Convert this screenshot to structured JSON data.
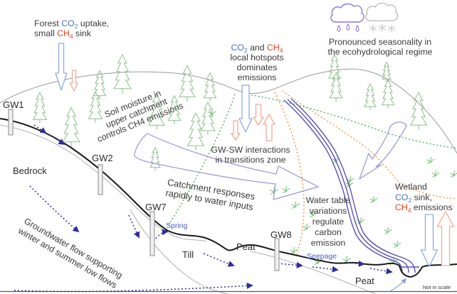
{
  "colors": {
    "co2_blue": "#4472c4",
    "ch4_red": "#e8431f",
    "text_dark": "#3a3a3a",
    "water_label_blue": "#4b5bc8",
    "stream_purple": "#5b51b5",
    "groundwater_arrow_navy": "#2f2b9c",
    "transition_zone_green": "#44a94f",
    "transition_zone_orange": "#f0953f",
    "tree_green": "#8cc08c",
    "flow_arrow_purple": "#9a94d8",
    "co2_flux_arrow_blue": "#8faadc",
    "ch4_flux_arrow_red": "#f4a793",
    "rain_cloud_purple": "#8678d8",
    "snow_cloud_gray": "#bcbcbc"
  },
  "icons": {
    "rain_cloud": "rain-cloud-icon",
    "snow_cloud": "snow-cloud-icon",
    "conifer": "conifer-tree-icon",
    "tuft": "grass-tuft-icon"
  },
  "notes": {
    "forest": {
      "a": "Forest ",
      "co2": "CO",
      "co2_sub": "2",
      "b": " uptake,",
      "c": "small ",
      "ch4": "CH",
      "ch4_sub": "4",
      "d": " sink"
    },
    "hotspots": {
      "co2": "CO",
      "co2_sub": "2",
      "mid": " and ",
      "ch4": "CH",
      "ch4_sub": "4",
      "l2": "local hotspots",
      "l3": "dominates",
      "l4": "emissions"
    },
    "seasonality": {
      "l1": "Pronounced seasonality in",
      "l2": "the ecohydrological regime"
    },
    "soil_moisture": {
      "l1": "Soil moisture in",
      "l2": "upper catchment",
      "l3": "controls CH4 emissions"
    },
    "gwsw": {
      "l1": "GW-SW interactions",
      "l2": "in transitions zone"
    },
    "catchment": {
      "l1": "Catchment responses",
      "l2": "rapidly to water inputs"
    },
    "groundwater": {
      "l1": "Groundwater flow supporting",
      "l2": "winter and summer low flows"
    },
    "watertable": {
      "l1": "Water table",
      "l2": "variations",
      "l3": "regulate",
      "l4": "carbon",
      "l5": "emission"
    },
    "wetland": {
      "l1": "Wetland",
      "co2": "CO",
      "co2_sub": "2",
      "b": " sink,",
      "ch4": "CH",
      "ch4_sub": "4",
      "c": " emissions"
    }
  },
  "labels": {
    "gw1": "GW1",
    "gw2": "GW2",
    "gw7": "GW7",
    "gw8": "GW8",
    "bedrock": "Bedrock",
    "till": "Till",
    "peat_mid": "Peat",
    "peat_right": "Peat",
    "spring": "Spring",
    "seepage": "Seepage",
    "not_in_scale": "Not in scale"
  }
}
